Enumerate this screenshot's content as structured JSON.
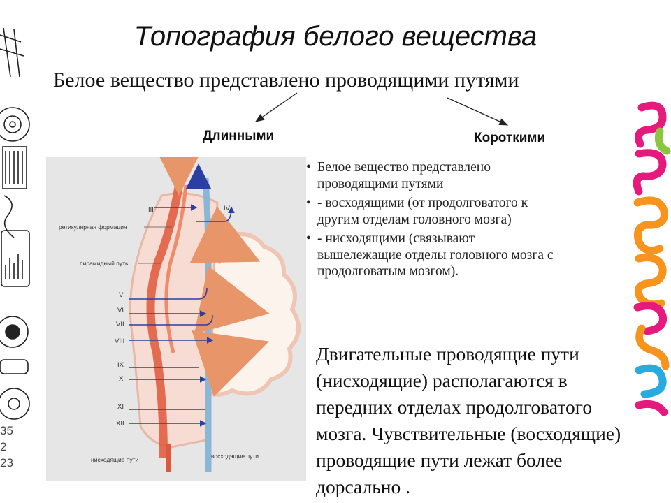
{
  "title": "Топография белого вещества",
  "intro": "Белое вещество представлено проводящими путями",
  "branch_long": "Длинными",
  "branch_short": "Короткими",
  "bullets": [
    "Белое вещество представлено проводящими путями",
    " - восходящими (от продолговатого к другим отделам головного мозга)",
    " - нисходящими (связывают вышележащие отделы головного мозга с продолговатым мозгом)."
  ],
  "paragraph": "Двигательные проводящие пути (нисходящие) располагаются в передних отделах продолговатого мозга. Чувствительные (восходящие) проводящие пути лежат более дорсально .",
  "diagram": {
    "labels": {
      "reticular": "ретикулярная формация",
      "pyramidal": "пирамидный путь",
      "descending": "нисходящие пути",
      "ascending": "восходящие пути"
    },
    "nerves": [
      "III",
      "IV",
      "V",
      "VI",
      "VII",
      "VIII",
      "IX",
      "X",
      "XI",
      "XII"
    ]
  },
  "decor": {
    "left_numbers": [
      "35",
      "2",
      "23"
    ]
  }
}
